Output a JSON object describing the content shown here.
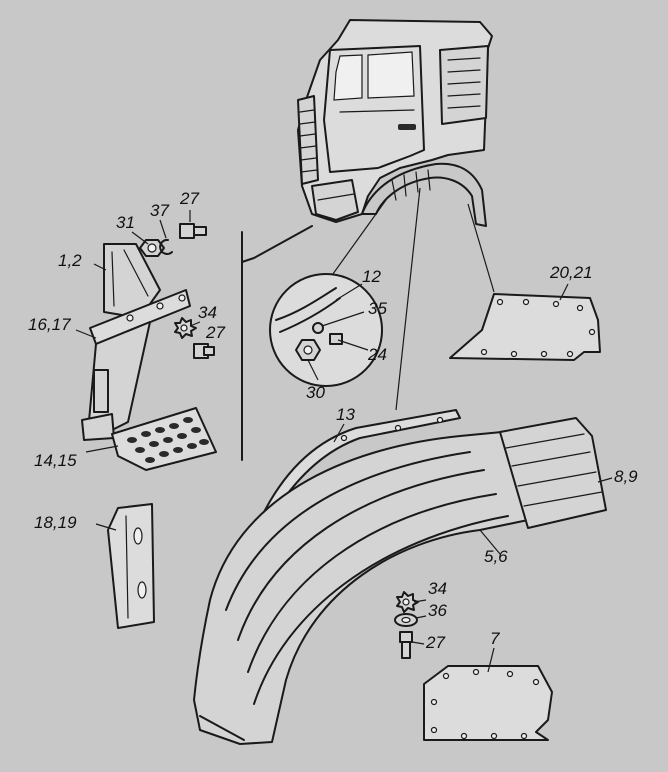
{
  "callouts": {
    "c27a": "27",
    "c37": "37",
    "c31": "31",
    "c1_2": "1,2",
    "c16_17": "16,17",
    "c34a": "34",
    "c27b": "27",
    "c14_15": "14,15",
    "c12": "12",
    "c35": "35",
    "c24": "24",
    "c30": "30",
    "c20_21": "20,21",
    "c13": "13",
    "c8_9": "8,9",
    "c5_6": "5,6",
    "c18_19": "18,19",
    "c34b": "34",
    "c36": "36",
    "c27c": "27",
    "c7": "7"
  }
}
